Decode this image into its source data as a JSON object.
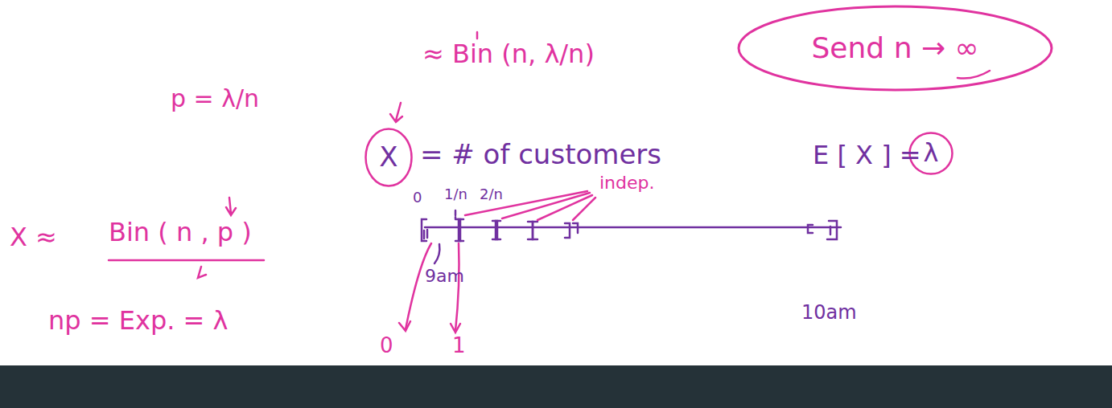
{
  "diagram": {
    "nodes": [
      {
        "text": [
          "Send n → ∞"
        ]
      },
      {
        "text": [
          "X"
        ]
      },
      {
        "text": [
          "λ"
        ]
      }
    ],
    "labels": [
      "p = λ/n",
      "≈ Bin (n, λ/n)",
      "= # of customers",
      "E [ X ] =",
      "X ≈",
      "Bin ( n , p )",
      "np = Exp. = λ",
      "0",
      "1/n",
      "2/n",
      "indep.",
      "9am",
      "10am",
      "0",
      "1"
    ]
  }
}
